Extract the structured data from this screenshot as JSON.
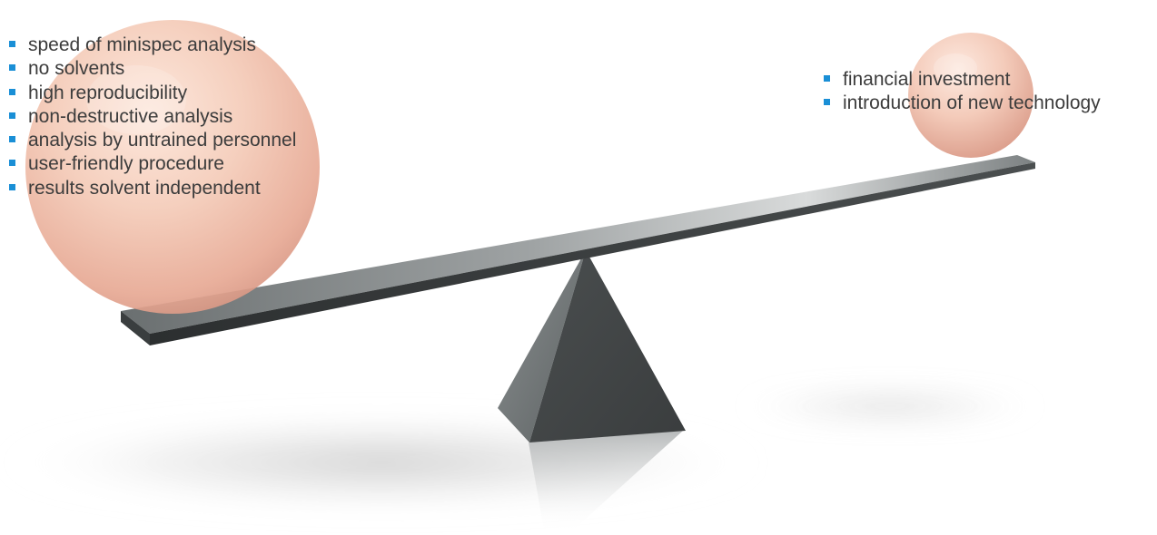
{
  "advantages": {
    "items": [
      "speed of minispec analysis",
      "no solvents",
      "high reproducibility",
      "non-destructive analysis",
      "analysis by untrained personnel",
      "user-friendly procedure",
      "results solvent independent"
    ]
  },
  "disadvantages": {
    "items": [
      "financial investment",
      "introduction of new technology"
    ]
  },
  "colors": {
    "bullet": "#1a8fd6",
    "text": "#3c3c3c",
    "ball": "#f0c6b2",
    "beam": "#555a5b"
  }
}
